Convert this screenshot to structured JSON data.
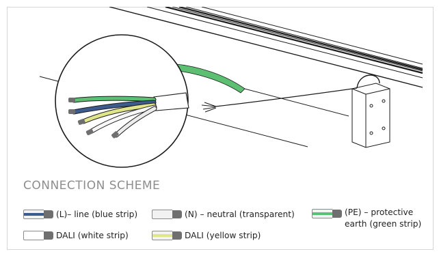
{
  "scheme_title": "CONNECTION SCHEME",
  "legend": [
    {
      "id": "line",
      "text": "(L)– line (blue strip)",
      "stripe_color": "#3d5b8c"
    },
    {
      "id": "neutral",
      "text": "(N) – neutral (transparent)",
      "stripe_color": ""
    },
    {
      "id": "earth",
      "text_line1": "(PE) – protective",
      "text_line2": "earth (green strip)",
      "stripe_color": "#5cbf72"
    },
    {
      "id": "dali-white",
      "text": "DALI (white strip)",
      "stripe_color": ""
    },
    {
      "id": "dali-yellow",
      "text": "DALI (yellow strip)",
      "stripe_color": "#dfe58a"
    }
  ],
  "colors": {
    "frame_border": "#d6d6d6",
    "title_gray": "#8d8d8d",
    "wire_tip": "#6f6f6f",
    "green_cable": "#5cbf72",
    "outline": "#1a1a1a"
  },
  "icons": [
    "luminaire-profile",
    "cable-magnifier-circle",
    "wire-swatch"
  ]
}
